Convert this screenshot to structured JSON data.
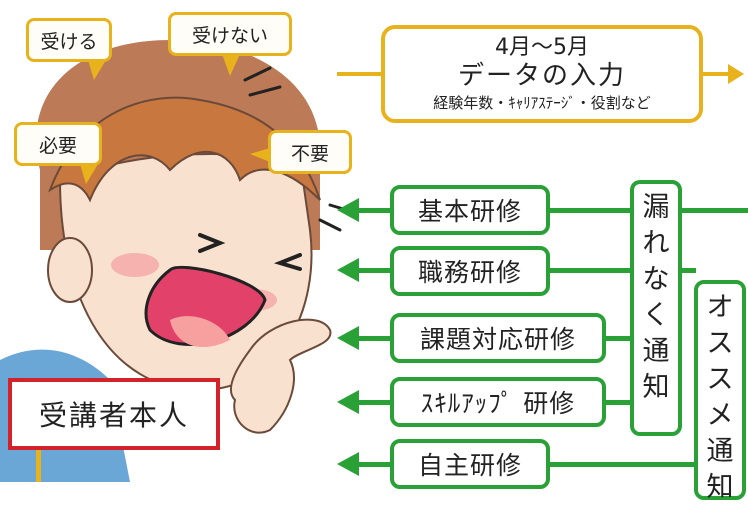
{
  "bubbles": {
    "receive": "受ける",
    "not_receive": "受けない",
    "needed": "必要",
    "not_needed": "不要"
  },
  "data_entry": {
    "line1": "4月～5月",
    "line2": "データの入力",
    "line3": "経験年数・ｷｬﾘｱｽﾃｰｼﾞ・役割など"
  },
  "trainings": {
    "basic": "基本研修",
    "job": "職務研修",
    "issue": "課題対応研修",
    "skillup": "ｽｷﾙｱｯﾌﾟ 研修",
    "self": "自主研修"
  },
  "notify_all": [
    "漏",
    "れ",
    "な",
    "く",
    "通",
    "知"
  ],
  "notify_recommend": [
    "オ",
    "ス",
    "ス",
    "メ",
    "通",
    "知"
  ],
  "person_label": "受講者本人",
  "colors": {
    "yellow": "#e8b21c",
    "green": "#2aa136",
    "red": "#d2232a"
  }
}
